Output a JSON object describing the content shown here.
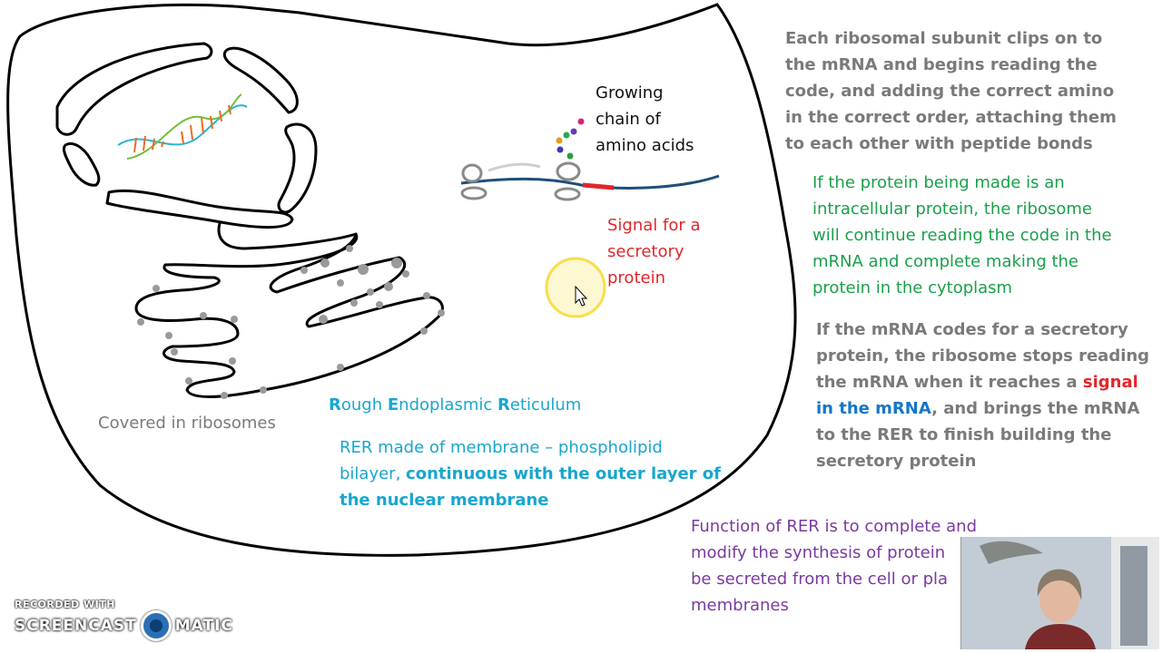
{
  "diagram": {
    "labels": {
      "growing_chain": [
        "Growing",
        "chain of",
        "amino acids"
      ],
      "signal": [
        "Signal for a",
        "secretory",
        "protein"
      ],
      "covered": "Covered in ribosomes",
      "rer": {
        "r": "R",
        "ough": "ough ",
        "e": "E",
        "ndoplasmic": "ndoplasmic ",
        "r2": "R",
        "eticulum": "eticulum"
      },
      "rer_membrane": {
        "line1": "RER made of membrane – phospholipid",
        "line2_plain": "bilayer, ",
        "line2_bold": "continuous with the outer layer of",
        "line3_bold": "the nuclear membrane"
      }
    }
  },
  "notes": {
    "ribosome_reading": [
      "Each ribosomal subunit clips on to",
      "the mRNA and begins reading the",
      "code, and adding the correct amino",
      "in the correct order, attaching them",
      "to each other with peptide bonds"
    ],
    "intracellular": [
      "If the protein being made is an",
      "intracellular protein, the ribosome",
      "will continue reading the code in the",
      "mRNA and complete making the",
      "protein in the cytoplasm"
    ],
    "secretory": {
      "line1": "If the mRNA codes for a secretory",
      "line2": "protein, the ribosome stops reading",
      "line3_plain": "the mRNA when it reaches a ",
      "line3_red": "signal",
      "line4_blue": "in the mRNA",
      "line4_plain": ", and brings the mRNA",
      "line5": "to the RER to finish building the",
      "line6": "secretory protein"
    },
    "function": [
      "Function of RER is to complete and",
      "modify the synthesis of protein",
      "be secreted from the cell or pla",
      "membranes"
    ]
  },
  "watermark": {
    "recorded": "RECORDED WITH",
    "brand_left": "SCREENCAST",
    "brand_right": "MATIC"
  },
  "colors": {
    "gray_text": "#7a7a7a",
    "green_text": "#1aa04a",
    "red_text": "#e0262b",
    "blue_text": "#19a6cf",
    "purple_text": "#7a3a9e",
    "mrna": "#1f4e79",
    "ribosome": "#8a8a8a",
    "cursor_highlight": "#f5e04a"
  }
}
